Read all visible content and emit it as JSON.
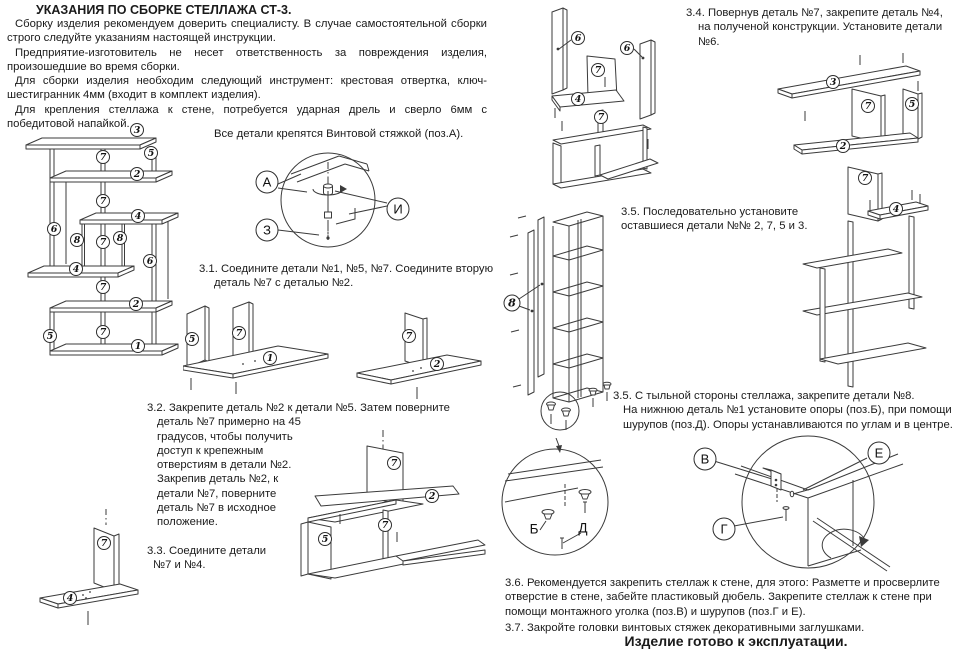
{
  "page": {
    "title": "УКАЗАНИЯ ПО СБОРКЕ СТЕЛЛАЖА СТ-3.",
    "intro": {
      "p1": "Сборку изделия рекомендуем доверить специалисту. В случае самостоятельной сборки строго следуйте указаниям настоящей инструкции.",
      "p2": "Предприятие-изготовитель не несет ответственность за повреждения изделия, произошедшие во время сборки.",
      "p3": "Для сборки изделия необходим следующий инструмент: крестовая отвертка, ключ-шестигранник 4мм  (входит в комплект изделия).",
      "p4": "Для крепления стеллажа к стене, потребуется ударная дрель и сверло 6мм с победитовой напайкой."
    },
    "fastener_note": "Все детали крепятся Винтовой стяжкой (поз.А).",
    "steps": {
      "s31": "3.1. Соедините детали №1, №5, №7. Соедините вторую деталь №7 с деталью №2.",
      "s32_line1": "3.2. Закрепите деталь №2 к детали №5. Затем поверните",
      "s32_rest": "деталь №7 примерно на 45 градусов, чтобы получить доступ к крепежным отверстиям в детали №2. Закрепив деталь №2, к детали №7,  поверните деталь №7 в исходное положение.",
      "s33": "3.3. Соедините детали №7 и №4.",
      "s34": "3.4. Повернув деталь №7, закрепите деталь №4, на полученой конструкции. Установите детали №6.",
      "s35_install": "3.5. Последовательно установите оставшиеся детали №№ 2, 7, 5 и 3.",
      "s35_back_l1": "3.5. С тыльной стороны стеллажа, закрепите детали №8.",
      "s35_back_rest": "На нижнюю деталь №1 установите  опоры (поз.Б), при помощи шурупов (поз.Д). Опоры устанавливаются по углам и в центре.",
      "s36": "3.6.  Рекомендуется закрепить стеллаж к стене, для этого: Разметте и просверлите отверстие в стене, забейте пластиковый дюбель. Закрепите стеллаж к стене при помощи монтажного уголка (поз.В) и шурупов (поз.Г и Е).",
      "s37": "3.7. Закройте головки винтовых стяжек декоративными заглушками.",
      "ready": "Изделие готово к эксплуатации."
    },
    "callouts": {
      "a": "А",
      "z": "З",
      "i": "И",
      "b": "Б",
      "d": "Д",
      "v": "В",
      "g": "Г",
      "e": "Е"
    },
    "diagrams": {
      "main": {
        "labels": [
          "3",
          "7",
          "5",
          "2",
          "7",
          "6",
          "8",
          "7",
          "8",
          "4",
          "4",
          "6",
          "7",
          "2",
          "5",
          "7",
          "1"
        ]
      },
      "s31_left": {
        "labels": [
          "5",
          "7",
          "1"
        ]
      },
      "s31_right": {
        "labels": [
          "7",
          "2"
        ]
      },
      "s32": {
        "labels": [
          "7",
          "2",
          "7",
          "5"
        ]
      },
      "s33": {
        "labels": [
          "7",
          "4"
        ]
      },
      "s34": {
        "labels": [
          "6",
          "6",
          "7",
          "4",
          "7"
        ]
      },
      "s35_strips": {
        "labels": [
          "8"
        ]
      },
      "s35_exploded": {
        "labels": [
          "3",
          "7",
          "5",
          "2",
          "7",
          "4"
        ]
      }
    }
  }
}
